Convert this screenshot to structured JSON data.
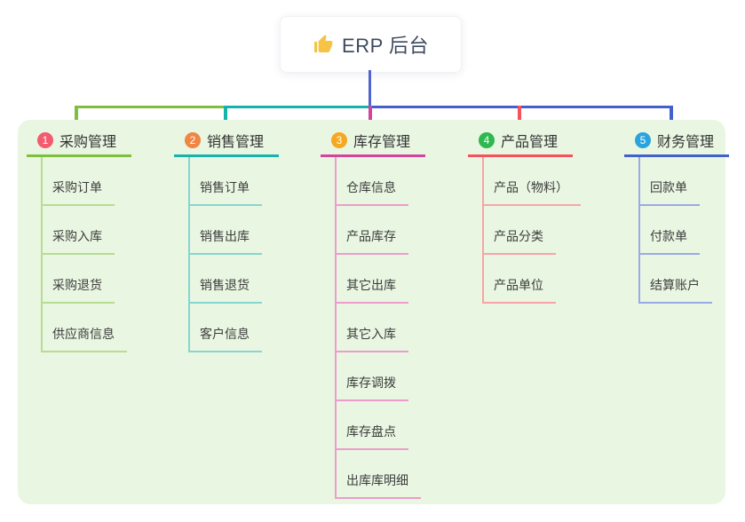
{
  "root": {
    "label": "ERP 后台",
    "icon": "thumbs-up",
    "icon_color": "#f6c344",
    "stem_color": "#5064cf"
  },
  "panel": {
    "bg_color": "#e9f6e2"
  },
  "branches": [
    {
      "number": "1",
      "title": "采购管理",
      "badge_color": "#f25c6e",
      "line_color": "#7fbf3f",
      "sub_line_color": "#b7dc92",
      "items": [
        "采购订单",
        "采购入库",
        "采购退货",
        "供应商信息"
      ]
    },
    {
      "number": "2",
      "title": "销售管理",
      "badge_color": "#ef8643",
      "line_color": "#16b3ad",
      "sub_line_color": "#85d6d0",
      "items": [
        "销售订单",
        "销售出库",
        "销售退货",
        "客户信息"
      ]
    },
    {
      "number": "3",
      "title": "库存管理",
      "badge_color": "#f5a820",
      "line_color": "#d4439c",
      "sub_line_color": "#ed9ccb",
      "items": [
        "仓库信息",
        "产品库存",
        "其它出库",
        "其它入库",
        "库存调拨",
        "库存盘点",
        "出库库明细"
      ]
    },
    {
      "number": "4",
      "title": "产品管理",
      "badge_color": "#2eb84f",
      "line_color": "#f4535e",
      "sub_line_color": "#f9a3a8",
      "items": [
        "产品（物料）",
        "产品分类",
        "产品单位"
      ]
    },
    {
      "number": "5",
      "title": "财务管理",
      "badge_color": "#2aa4dd",
      "line_color": "#4360cd",
      "sub_line_color": "#9aaae6",
      "items": [
        "回款单",
        "付款单",
        "结算账户"
      ]
    }
  ]
}
